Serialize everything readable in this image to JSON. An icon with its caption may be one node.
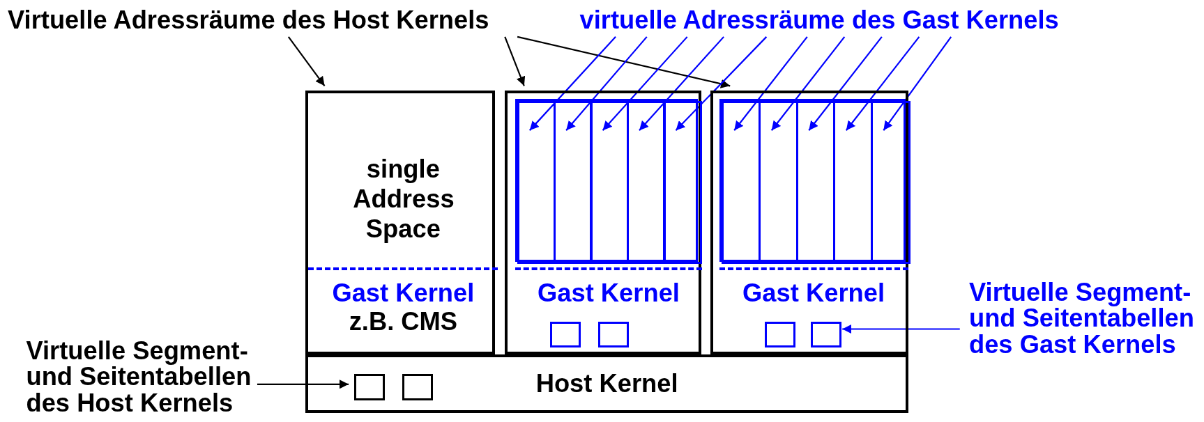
{
  "diagram": {
    "nodes": [
      {
        "text": [
          "Virtuelle Adressräume des Host Kernels"
        ]
      },
      {
        "text": [
          "virtuelle Adressräume des Gast Kernels"
        ]
      },
      {
        "text": [],
        "shape": "box"
      },
      {
        "text": [
          "single Address Space"
        ],
        "in": 2
      },
      {
        "text": [
          "Gast Kernel",
          "z.B. CMS"
        ],
        "in": 2
      },
      {
        "text": [],
        "shape": "box"
      },
      {
        "text": [],
        "shape": "box",
        "in": 5
      },
      {
        "text": [],
        "shape": "box",
        "in": 6
      },
      {
        "text": [],
        "shape": "box",
        "in": 6
      },
      {
        "text": [],
        "shape": "box",
        "in": 6
      },
      {
        "text": [],
        "shape": "box",
        "in": 6
      },
      {
        "text": [],
        "shape": "box",
        "in": 6
      },
      {
        "text": [
          "Gast Kernel"
        ],
        "in": 5
      },
      {
        "text": [],
        "shape": "box",
        "in": 12
      },
      {
        "text": [],
        "shape": "box",
        "in": 12
      },
      {
        "text": [],
        "shape": "box"
      },
      {
        "text": [],
        "shape": "box",
        "in": 15
      },
      {
        "text": [],
        "shape": "box",
        "in": 16
      },
      {
        "text": [],
        "shape": "box",
        "in": 16
      },
      {
        "text": [],
        "shape": "box",
        "in": 16
      },
      {
        "text": [],
        "shape": "box",
        "in": 16
      },
      {
        "text": [],
        "shape": "box",
        "in": 16
      },
      {
        "text": [
          "Gast Kernel"
        ],
        "in": 15
      },
      {
        "text": [],
        "shape": "box",
        "in": 22
      },
      {
        "text": [],
        "shape": "box",
        "in": 22
      },
      {
        "text": [
          "Host Kernel"
        ]
      },
      {
        "text": [],
        "shape": "box",
        "in": 25
      },
      {
        "text": [],
        "shape": "box",
        "in": 25
      },
      {
        "text": [
          "Virtuelle Segment- und Seitentabellen des Gast Kernels"
        ]
      },
      {
        "text": [
          "Virtuelle Segment- und Seitentabellen des Host Kernels"
        ]
      }
    ],
    "edges": [
      {
        "from": 0,
        "to": 2,
        "arrow": "to",
        "color": "#000000"
      },
      {
        "from": 0,
        "to": 5,
        "arrow": "to",
        "color": "#000000"
      },
      {
        "from": 0,
        "to": 15,
        "arrow": "to",
        "color": "#000000"
      },
      {
        "from": 1,
        "to": 7,
        "arrow": "to"
      },
      {
        "from": 1,
        "to": 8,
        "arrow": "to"
      },
      {
        "from": 1,
        "to": 9,
        "arrow": "to"
      },
      {
        "from": 1,
        "to": 10,
        "arrow": "to"
      },
      {
        "from": 1,
        "to": 11,
        "arrow": "to"
      },
      {
        "from": 1,
        "to": 17,
        "arrow": "to"
      },
      {
        "from": 1,
        "to": 18,
        "arrow": "to"
      },
      {
        "from": 1,
        "to": 19,
        "arrow": "to"
      },
      {
        "from": 1,
        "to": 20,
        "arrow": "to"
      },
      {
        "from": 1,
        "to": 21,
        "arrow": "to"
      },
      {
        "from": 28,
        "to": 24,
        "arrow": "to"
      },
      {
        "from": 29,
        "to": 26,
        "arrow": "to",
        "color": "#000000"
      }
    ]
  }
}
